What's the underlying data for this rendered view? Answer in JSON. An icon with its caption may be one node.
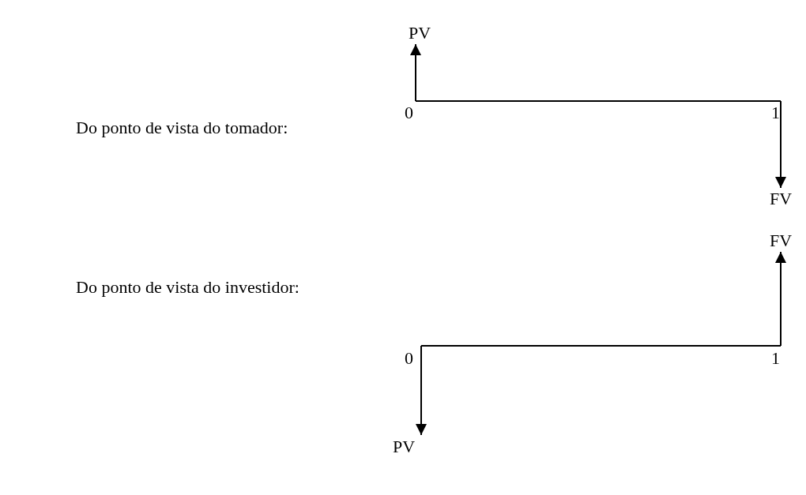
{
  "diagram": {
    "nodes": [
      {
        "text": [
          "PV"
        ]
      },
      {
        "text": [
          "0"
        ]
      },
      {
        "text": [
          "1"
        ]
      },
      {
        "text": [
          "FV"
        ]
      },
      {
        "text": [
          "FV"
        ]
      },
      {
        "text": [
          "0"
        ]
      },
      {
        "text": [
          "1"
        ]
      },
      {
        "text": [
          "PV"
        ]
      }
    ],
    "edges": [
      {
        "from": 1,
        "to": 2,
        "arrow": "none"
      },
      {
        "from": 1,
        "to": 0,
        "arrow": "to"
      },
      {
        "from": 2,
        "to": 3,
        "arrow": "to"
      },
      {
        "from": 5,
        "to": 6,
        "arrow": "none"
      },
      {
        "from": 6,
        "to": 4,
        "arrow": "to"
      },
      {
        "from": 5,
        "to": 7,
        "arrow": "to"
      }
    ],
    "labels": [
      "Do ponto de vista do tomador:",
      "Do ponto de vista do investidor:"
    ]
  }
}
